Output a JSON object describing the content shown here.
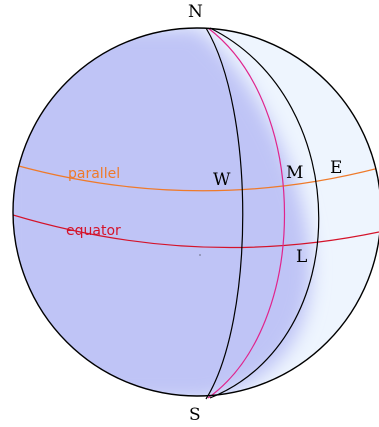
{
  "labels": {
    "north": "N",
    "south": "S",
    "west": "W",
    "east": "E",
    "meridian_point": "M",
    "lower_point": "L",
    "parallel": "parallel",
    "equator": "equator"
  },
  "colors": {
    "background": "#ffffff",
    "globe_shadow": "#bfc4f6",
    "globe_lit": "#eef5fe",
    "outline": "#000000",
    "parallel": "#ef7a2a",
    "equator": "#d4132a",
    "meridian_m": "#e0248c",
    "text": "#000000"
  }
}
